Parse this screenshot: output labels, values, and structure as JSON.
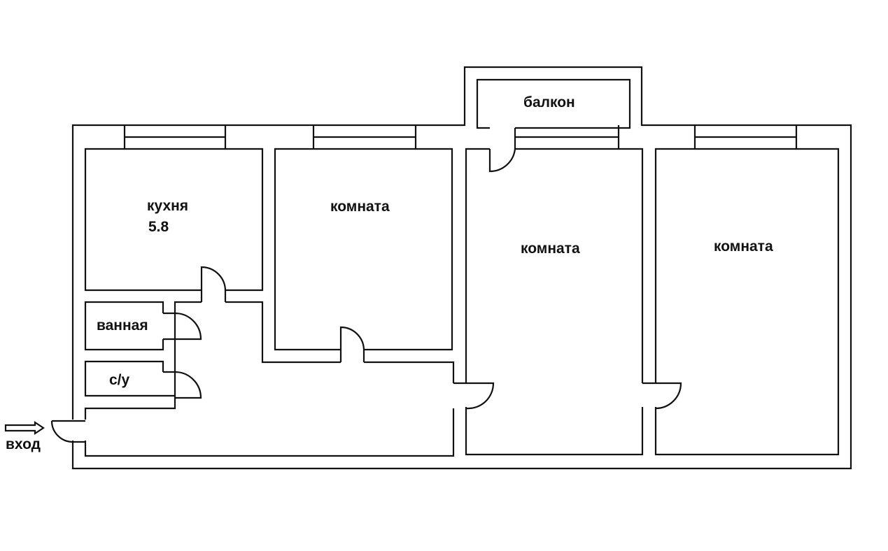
{
  "plan": {
    "rooms": {
      "kitchen": {
        "label": "кухня",
        "area": "5.8"
      },
      "room1": {
        "label": "комната"
      },
      "room2": {
        "label": "комната"
      },
      "room3": {
        "label": "комната"
      },
      "balcony": {
        "label": "балкон"
      },
      "bathroom": {
        "label": "ванная"
      },
      "toilet": {
        "label": "с/у"
      }
    },
    "entrance": {
      "label": "вход"
    }
  }
}
